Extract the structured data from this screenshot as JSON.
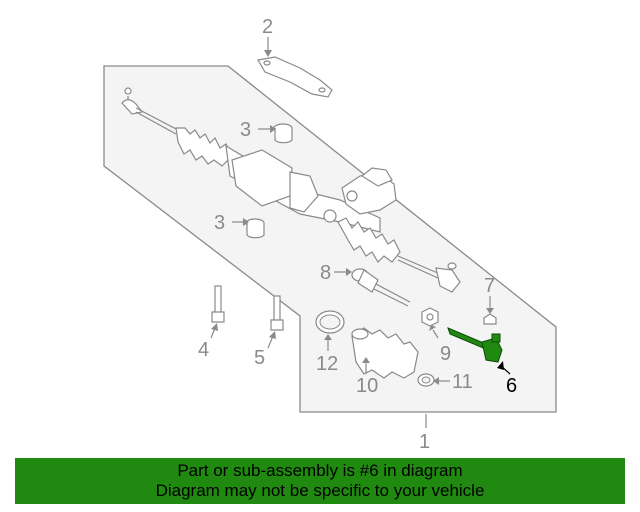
{
  "callouts": {
    "c1": "1",
    "c2": "2",
    "c3a": "3",
    "c3b": "3",
    "c4": "4",
    "c5": "5",
    "c6": "6",
    "c7": "7",
    "c8": "8",
    "c9": "9",
    "c10": "10",
    "c11": "11",
    "c12": "12"
  },
  "highlight_part": "6",
  "colors": {
    "highlight": "#1f8a0f",
    "banner_bg": "#1f8a0f",
    "lines": "#8a8a8a",
    "panel": "#f4f4f4"
  },
  "banner": {
    "line1": "Part or sub-assembly is #6 in diagram",
    "line2": "Diagram may not be specific to your vehicle"
  }
}
